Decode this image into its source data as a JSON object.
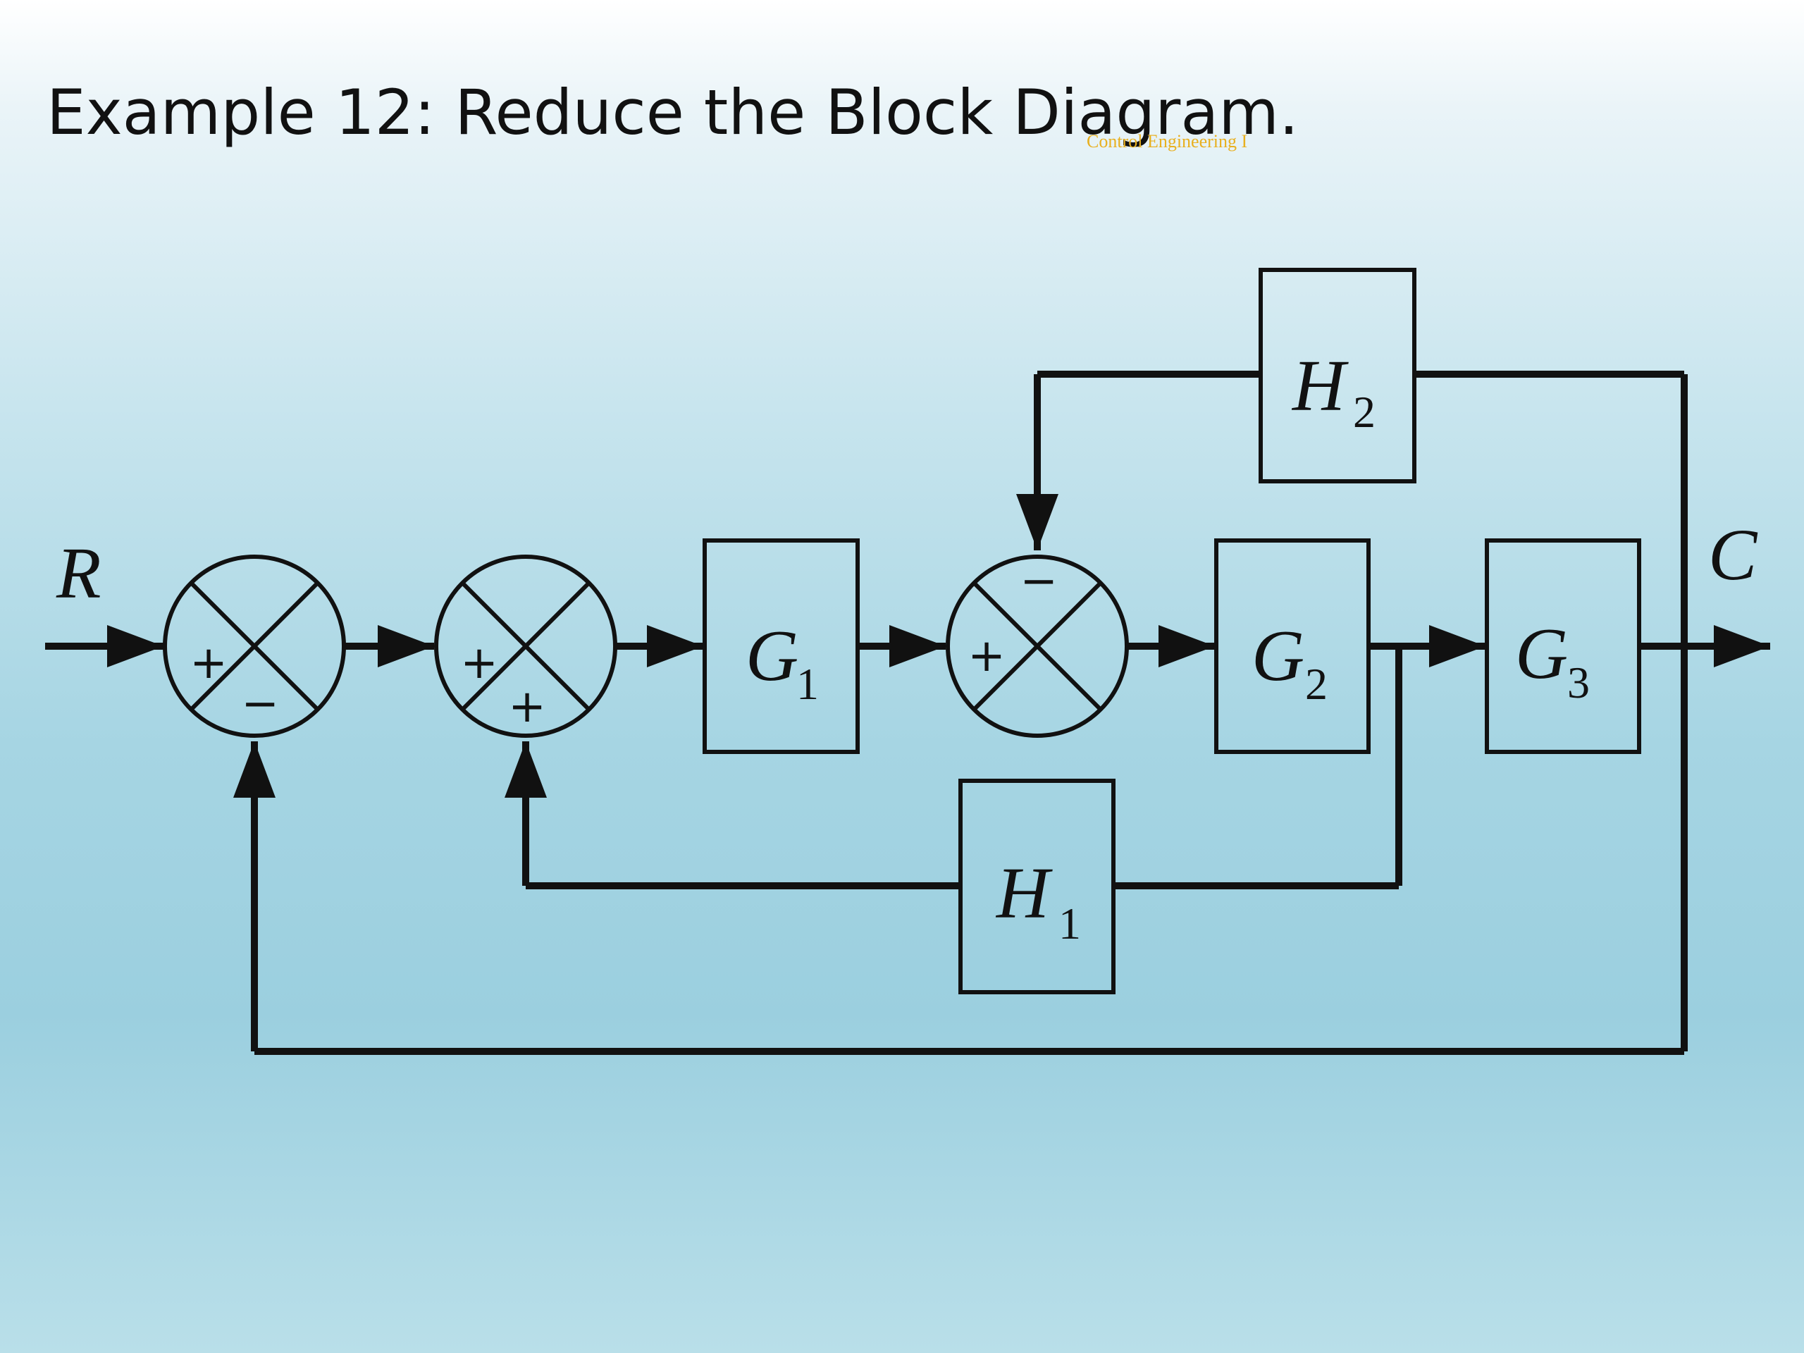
{
  "slide": {
    "title": "Example 12: Reduce the Block Diagram.",
    "footer": "Control Engineering I"
  },
  "signals": {
    "input": "R",
    "output": "C"
  },
  "blocks": [
    {
      "id": "g1",
      "name": "G",
      "sub": "1"
    },
    {
      "id": "g2",
      "name": "G",
      "sub": "2"
    },
    {
      "id": "g3",
      "name": "G",
      "sub": "3"
    },
    {
      "id": "h1",
      "name": "H",
      "sub": "1"
    },
    {
      "id": "h2",
      "name": "H",
      "sub": "2"
    }
  ],
  "summing_junctions": [
    {
      "id": "sum1",
      "signs": {
        "left": "+",
        "bottom": "−"
      }
    },
    {
      "id": "sum2",
      "signs": {
        "left": "+",
        "bottom": "+"
      }
    },
    {
      "id": "sum3",
      "signs": {
        "left": "+",
        "top": "−"
      }
    }
  ],
  "colors": {
    "line": "#111111",
    "footer": "#e8b020"
  }
}
